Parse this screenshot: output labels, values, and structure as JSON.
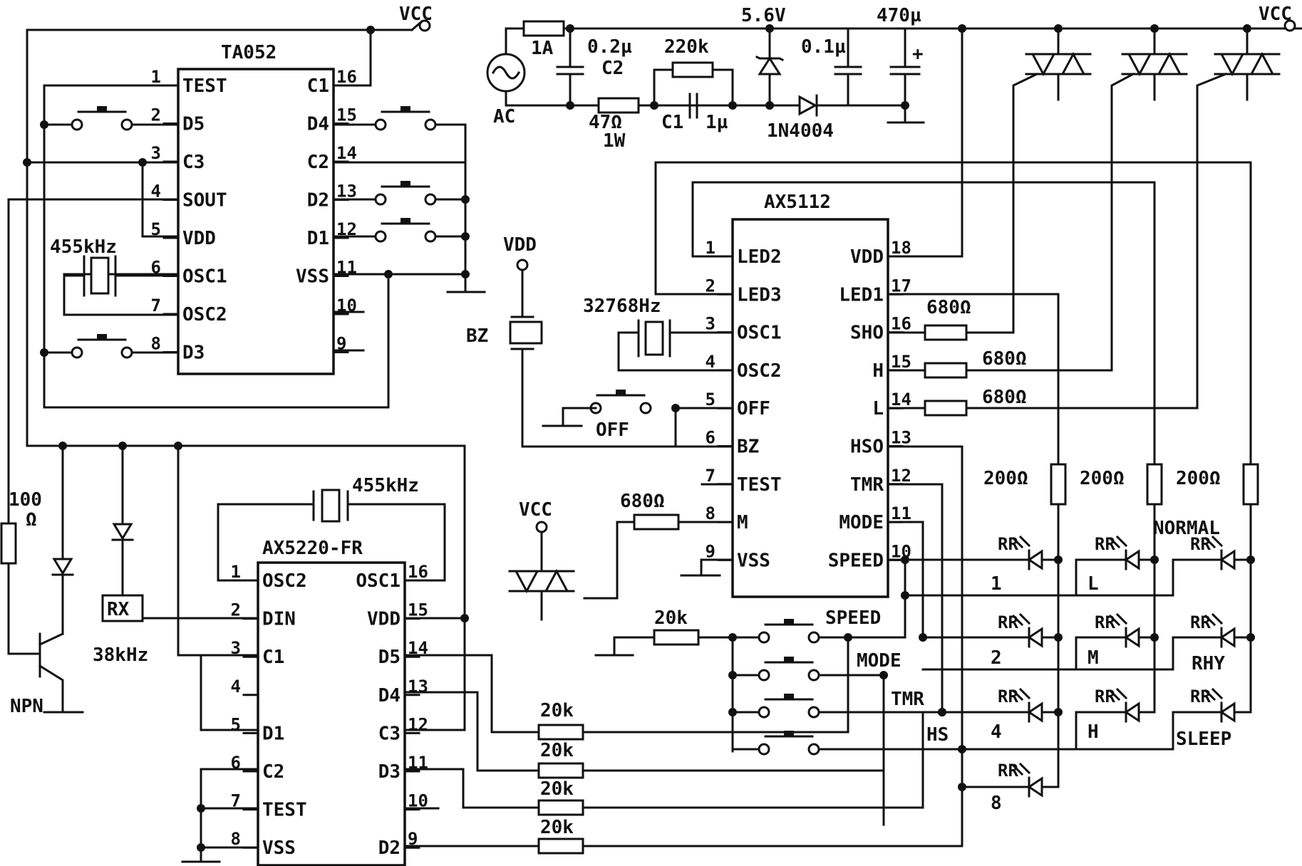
{
  "power": {
    "vcc": "VCC",
    "vdd": "VDD"
  },
  "ta052": {
    "name": "TA052",
    "left": [
      {
        "n": "1",
        "p": "TEST"
      },
      {
        "n": "2",
        "p": "D5"
      },
      {
        "n": "3",
        "p": "C3"
      },
      {
        "n": "4",
        "p": "SOUT"
      },
      {
        "n": "5",
        "p": "VDD"
      },
      {
        "n": "6",
        "p": "OSC1"
      },
      {
        "n": "7",
        "p": "OSC2"
      },
      {
        "n": "8",
        "p": "D3"
      }
    ],
    "right": [
      {
        "n": "16",
        "p": "C1"
      },
      {
        "n": "15",
        "p": "D4"
      },
      {
        "n": "14",
        "p": "C2"
      },
      {
        "n": "13",
        "p": "D2"
      },
      {
        "n": "12",
        "p": "D1"
      },
      {
        "n": "11",
        "p": "VSS"
      },
      {
        "n": "10",
        "p": ""
      },
      {
        "n": "9",
        "p": ""
      }
    ],
    "crystal": "455kHz"
  },
  "ax5112": {
    "name": "AX5112",
    "left": [
      {
        "n": "1",
        "p": "LED2"
      },
      {
        "n": "2",
        "p": "LED3"
      },
      {
        "n": "3",
        "p": "OSC1"
      },
      {
        "n": "4",
        "p": "OSC2"
      },
      {
        "n": "5",
        "p": "OFF"
      },
      {
        "n": "6",
        "p": "BZ"
      },
      {
        "n": "7",
        "p": "TEST"
      },
      {
        "n": "8",
        "p": "M"
      },
      {
        "n": "9",
        "p": "VSS"
      }
    ],
    "right": [
      {
        "n": "18",
        "p": "VDD"
      },
      {
        "n": "17",
        "p": "LED1"
      },
      {
        "n": "16",
        "p": "SHO"
      },
      {
        "n": "15",
        "p": "H"
      },
      {
        "n": "14",
        "p": "L"
      },
      {
        "n": "13",
        "p": "HSO"
      },
      {
        "n": "12",
        "p": "TMR"
      },
      {
        "n": "11",
        "p": "MODE"
      },
      {
        "n": "10",
        "p": "SPEED"
      }
    ],
    "crystal": "32768Hz"
  },
  "ax5220": {
    "name": "AX5220-FR",
    "left": [
      {
        "n": "1",
        "p": "OSC2"
      },
      {
        "n": "2",
        "p": "DIN"
      },
      {
        "n": "3",
        "p": "C1"
      },
      {
        "n": "4",
        "p": ""
      },
      {
        "n": "5",
        "p": "D1"
      },
      {
        "n": "6",
        "p": "C2"
      },
      {
        "n": "7",
        "p": "TEST"
      },
      {
        "n": "8",
        "p": "VSS"
      }
    ],
    "right": [
      {
        "n": "16",
        "p": "OSC1"
      },
      {
        "n": "15",
        "p": "VDD"
      },
      {
        "n": "14",
        "p": "D5"
      },
      {
        "n": "13",
        "p": "D4"
      },
      {
        "n": "12",
        "p": "C3"
      },
      {
        "n": "11",
        "p": "D3"
      },
      {
        "n": "10",
        "p": ""
      },
      {
        "n": "9",
        "p": "D2"
      }
    ],
    "crystal": "455kHz"
  },
  "psu": {
    "fuse": "1A",
    "cap_c2": "0.2µ",
    "c2": "C2",
    "r_220k": "220k",
    "zener": "5.6V",
    "cap_01": "0.1µ",
    "cap_470": "470µ",
    "plus": "+",
    "ac": "AC",
    "r_47": "47Ω",
    "r_47_w": "1W",
    "c1": "C1",
    "c1_val": "1µ",
    "diode": "1N4004"
  },
  "misc": {
    "r100": "100",
    "r100_unit": "Ω",
    "rx": "RX",
    "rx_freq": "38kHz",
    "npn": "NPN",
    "bz": "BZ",
    "off": "OFF",
    "r680_m": "680Ω",
    "r680_sho": "680Ω",
    "r680_h": "680Ω",
    "r680_l": "680Ω",
    "r200": [
      "200Ω",
      "200Ω",
      "200Ω"
    ],
    "r20k_btn": "20k",
    "r20k": [
      "20k",
      "20k",
      "20k",
      "20k"
    ],
    "btn_speed": "SPEED",
    "btn_mode": "MODE",
    "btn_tmr": "TMR",
    "hs": "HS",
    "rr": "RR"
  },
  "leds": {
    "col1": [
      "1",
      "2",
      "4",
      "8"
    ],
    "col2": [
      "L",
      "M",
      "H"
    ],
    "col3": [
      "NORMAL",
      "RHY",
      "SLEEP"
    ]
  }
}
